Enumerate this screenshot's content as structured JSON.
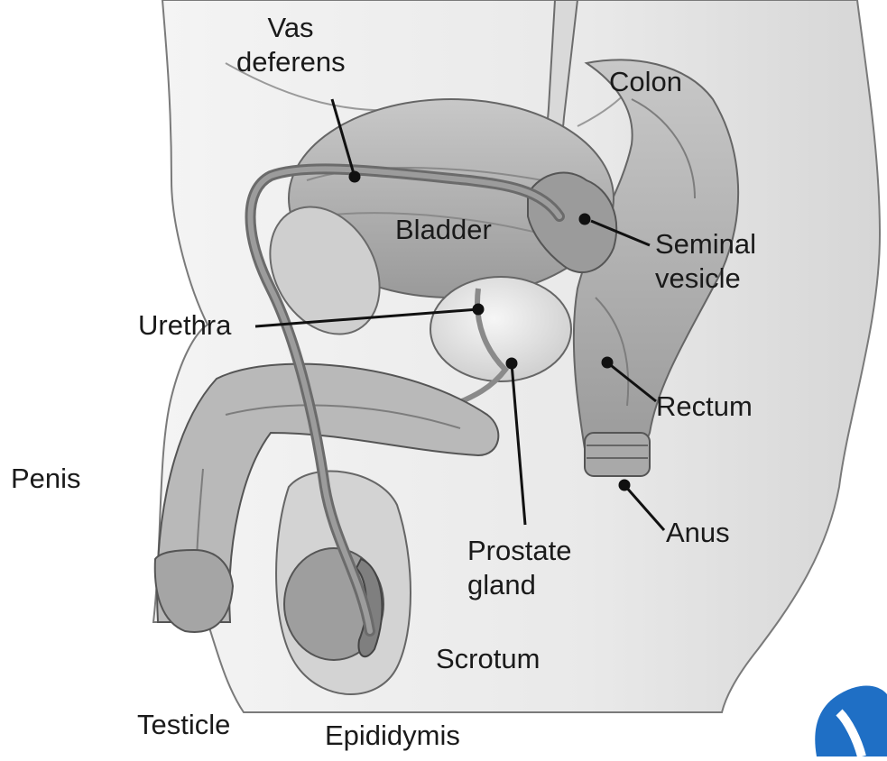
{
  "labels": {
    "vas_deferens": [
      "Vas",
      "deferens"
    ],
    "colon": "Colon",
    "bladder": "Bladder",
    "seminal_vesicle": [
      "Seminal",
      "vesicle"
    ],
    "urethra": "Urethra",
    "rectum": "Rectum",
    "penis": "Penis",
    "anus": "Anus",
    "prostate_gland": [
      "Prostate",
      "gland"
    ],
    "scrotum": "Scrotum",
    "testicle": "Testicle",
    "epididymis": "Epididymis"
  },
  "colors": {
    "tissue_light": "#e6e6e6",
    "tissue_mid": "#bdbdbd",
    "tissue_dark": "#8c8c8c",
    "outline": "#5a5a5a",
    "leader": "#111111",
    "logo": "#1f6fc5"
  },
  "icons": {
    "logo": "logo-mark"
  }
}
